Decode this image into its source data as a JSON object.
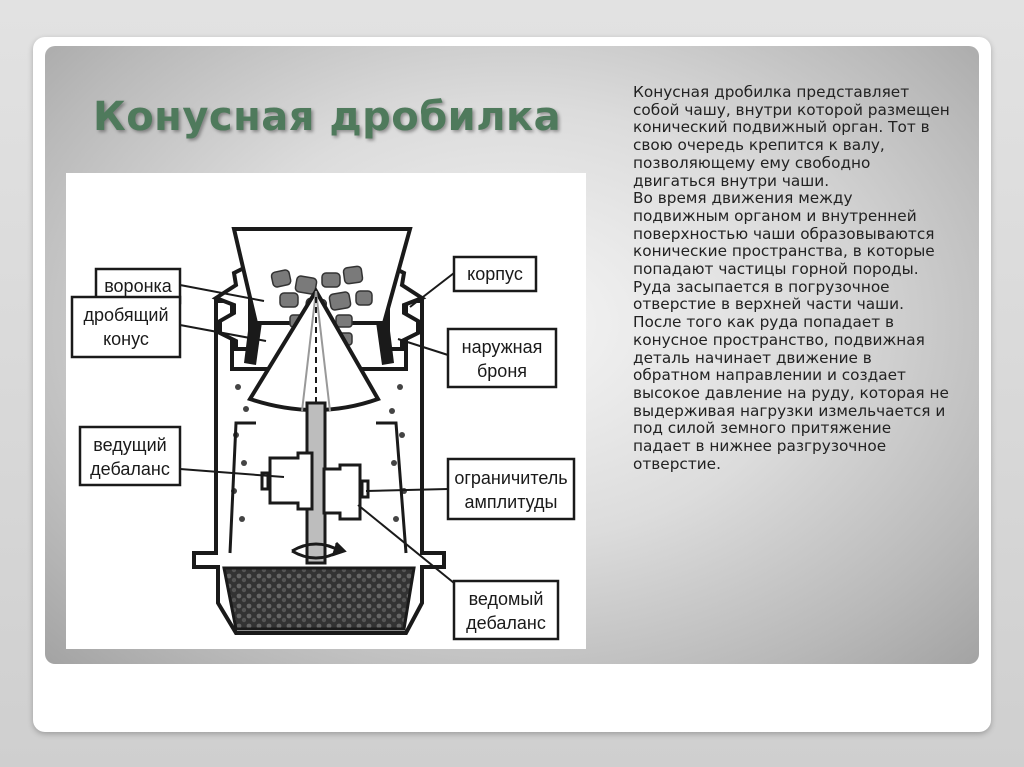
{
  "slide": {
    "title": "Конусная дробилка",
    "paragraphs": [
      "Конусная дробилка представляет собой чашу, внутри которой размещен конический подвижный орган. Тот в свою очередь крепится к валу, позволяющему ему свободно двигаться внутри чаши.",
      "Во время движения между подвижным органом и внутренней поверхностью чаши образовываются конические пространства, в которые попадают частицы горной породы.",
      "Руда засыпается в погрузочное отверстие в верхней части чаши.",
      "После того как руда попадает в конусное пространство, подвижная деталь начинает движение в обратном направлении и создает высокое давление на руду, которая не выдерживая нагрузки измельчается и под силой земного притяжение падает в нижнее разгрузочное отверстие."
    ]
  },
  "diagram": {
    "labels": {
      "funnel": "воронка",
      "crushing_cone_1": "дробящий",
      "crushing_cone_2": "конус",
      "housing": "корпус",
      "outer_armor_1": "наружная",
      "outer_armor_2": "броня",
      "drive_counterweight_1": "ведущий",
      "drive_counterweight_2": "дебаланс",
      "amplitude_limiter_1": "ограничитель",
      "amplitude_limiter_2": "амплитуды",
      "driven_counterweight_1": "ведомый",
      "driven_counterweight_2": "дебаланс"
    }
  },
  "colors": {
    "title": "#4f7a5c",
    "text": "#222222",
    "diagram_stroke": "#1a1a1a",
    "diagram_fill": "#ffffff"
  }
}
